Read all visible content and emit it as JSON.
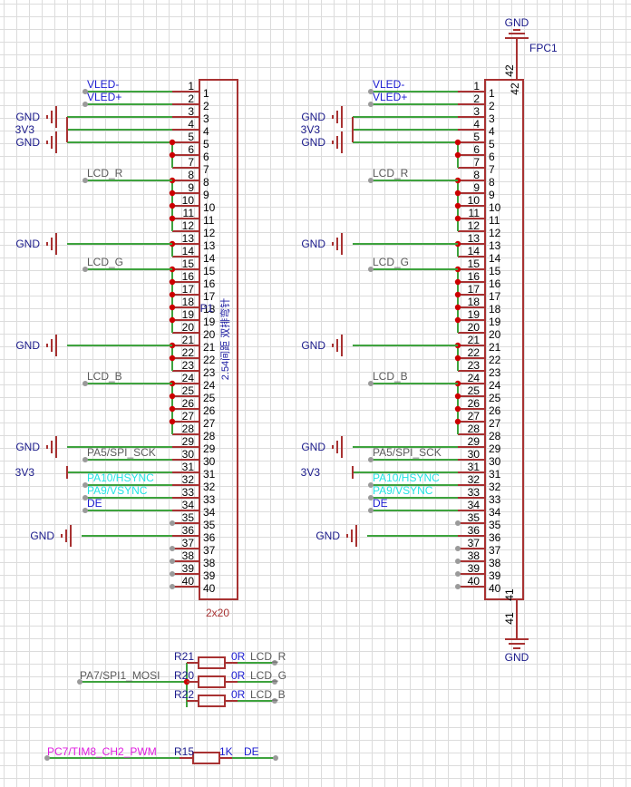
{
  "colors": {
    "wire": "#3ea33e",
    "pin": "#a83232",
    "junction": "#cc0000",
    "endpoint": "#9a9a9a",
    "net_label_blue": "#1b1bd1",
    "net_label_gray": "#5a5a5a",
    "net_label_cyan": "#22e4e4",
    "net_label_magenta": "#e01ee0",
    "power_label": "#1a1a8a",
    "designator": "#1a1a8a",
    "value": "#a83232",
    "body_text": "#1a1aa0"
  },
  "connectors": [
    {
      "id": "left",
      "designator": "P1",
      "value": "2x20",
      "description": "2.54间距 双排弯针",
      "pin_count": 40
    },
    {
      "id": "right",
      "designator": "FPC1",
      "pin_count": 40,
      "shield_pins": [
        "42",
        "41"
      ],
      "top_shield_power": "GND",
      "bottom_shield_power": "GND"
    }
  ],
  "net_labels": {
    "vled_minus": "VLED-",
    "vled_plus": "VLED+",
    "lcd_r": "LCD_R",
    "lcd_g": "LCD_G",
    "lcd_b": "LCD_B",
    "spi_sck": "PA5/SPI_SCK",
    "hsync": "PA10/HSYNC",
    "vsync": "PA9/VSYNC",
    "de": "DE"
  },
  "power_labels": {
    "gnd": "GND",
    "v3v3": "3V3"
  },
  "resistors": [
    {
      "designator": "R21",
      "value": "0R",
      "net": "LCD_R"
    },
    {
      "designator": "R20",
      "value": "0R",
      "net": "LCD_G"
    },
    {
      "designator": "R22",
      "value": "0R",
      "net": "LCD_B"
    },
    {
      "designator": "R15",
      "value": "1K",
      "net": "DE"
    }
  ],
  "mosi_net": "PA7/SPI1_MOSI",
  "pwm_net": "PC7/TIM8_CH2_PWM"
}
